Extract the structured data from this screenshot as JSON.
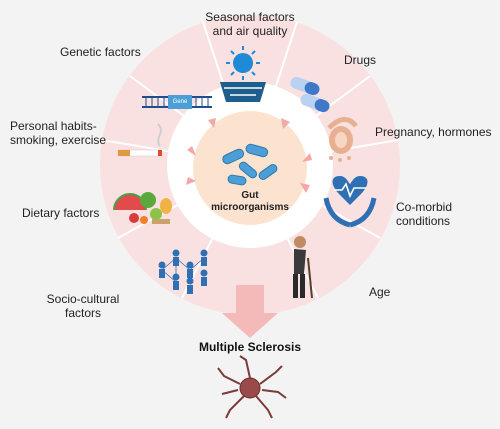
{
  "center": {
    "line1": "Gut",
    "line2": "microorganisms"
  },
  "factors": {
    "seasonal": {
      "line1": "Seasonal factors",
      "line2": "and air quality"
    },
    "drugs": "Drugs",
    "pregnancy": "Pregnancy, hormones",
    "comorbid": {
      "line1": "Co-morbid",
      "line2": "conditions"
    },
    "age": "Age",
    "sociocultural": {
      "line1": "Socio-cultural",
      "line2": "factors"
    },
    "dietary": "Dietary factors",
    "personal": {
      "line1": "Personal habits-",
      "line2": "smoking, exercise"
    },
    "genetic": "Genetic factors"
  },
  "gene_label": "Gene",
  "outcome": "Multiple Sclerosis",
  "colors": {
    "ring": "#f7dcdc",
    "ring_dark": "#f2c9c9",
    "center_fill": "#fce3cf",
    "arrow": "#f4a9a9",
    "bacteria": "#4c9fd6"
  },
  "icons": [
    "sun-icon",
    "pills-icon",
    "uterus-icon",
    "heart-hands-icon",
    "elderly-person-icon",
    "people-network-icon",
    "food-icon",
    "cigarette-icon",
    "dna-gene-icon",
    "bacteria-icon",
    "neuron-icon"
  ]
}
